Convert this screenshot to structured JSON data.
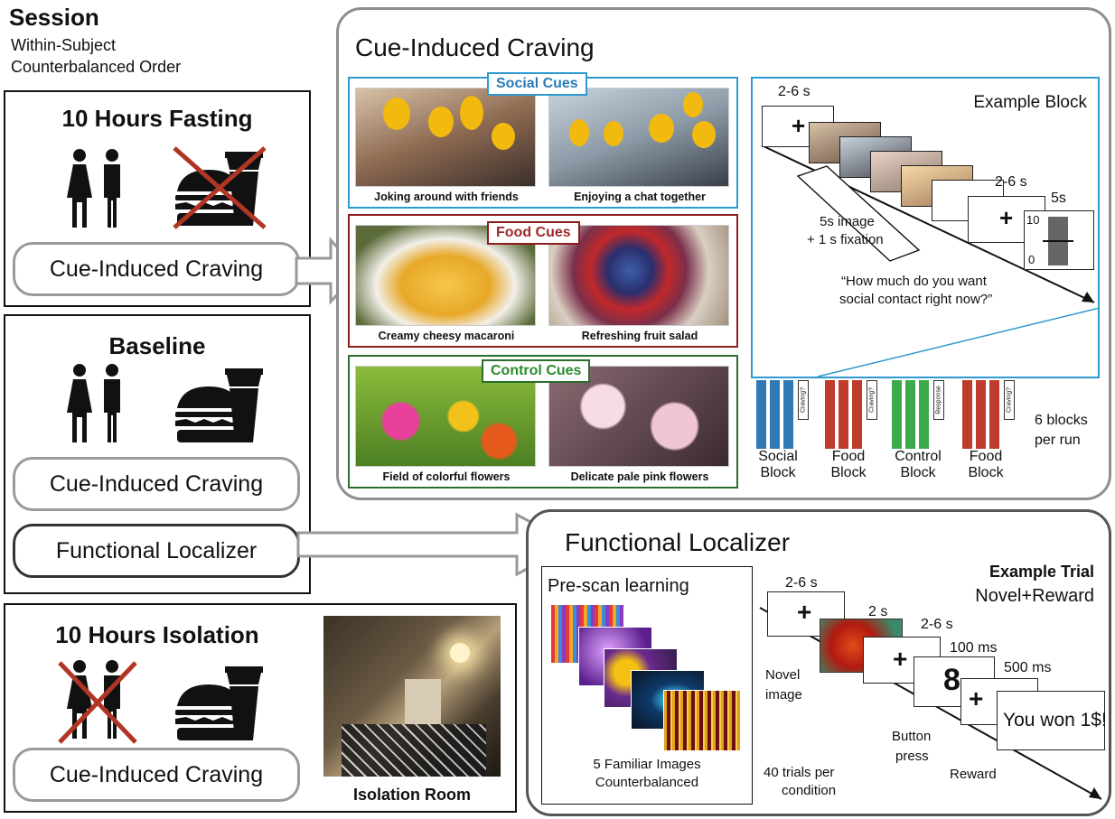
{
  "session": {
    "title": "Session",
    "line1": "Within-Subject",
    "line2": "Counterbalanced Order"
  },
  "fasting": {
    "title": "10 Hours Fasting",
    "pill": "Cue-Induced Craving"
  },
  "baseline": {
    "title": "Baseline",
    "pill1": "Cue-Induced Craving",
    "pill2": "Functional Localizer"
  },
  "isolation": {
    "title": "10 Hours Isolation",
    "pill": "Cue-Induced Craving",
    "room_caption": "Isolation Room"
  },
  "craving": {
    "title": "Cue-Induced Craving",
    "social": {
      "tag": "Social Cues",
      "cap1": "Joking around with friends",
      "cap2": "Enjoying a chat together"
    },
    "food": {
      "tag": "Food Cues",
      "cap1": "Creamy cheesy macaroni",
      "cap2": "Refreshing fruit salad"
    },
    "control": {
      "tag": "Control Cues",
      "cap1": "Field of colorful flowers",
      "cap2": "Delicate pale pink flowers"
    },
    "example": {
      "title": "Example Block",
      "t1": "2-6 s",
      "t2": "2-6 s",
      "t3": "5s",
      "note1": "5s image",
      "note2": "+ 1 s fixation",
      "scale_top": "10",
      "scale_bottom": "0",
      "question1": "“How much do you want",
      "question2": "social contact right now?”",
      "plus": "+"
    },
    "run": {
      "social": "Social Block",
      "food1": "Food Block",
      "control": "Control Block",
      "food2": "Food Block",
      "blocks": "6 blocks per run",
      "craving_label": "Craving?",
      "response_label": "Response"
    },
    "colors": {
      "social": "#2f7ab5",
      "food": "#bf3b2c",
      "control": "#3aaa4a",
      "social_frame": "#2e9ad0",
      "food_frame": "#8b1e1e",
      "control_frame": "#2c6e2c"
    }
  },
  "localizer": {
    "title": "Functional Localizer",
    "prescan": "Pre-scan learning",
    "familiar1": "5 Familiar Images",
    "familiar2": "Counterbalanced",
    "example1": "Example Trial",
    "example2": "Novel+Reward",
    "t1": "2-6 s",
    "t2": "2 s",
    "t3": "2-6 s",
    "t4": "100 ms",
    "t5": "500 ms",
    "digit": "8",
    "won": "You won 1$!",
    "novel1": "Novel",
    "novel2": "image",
    "button1": "Button",
    "button2": "press",
    "reward": "Reward",
    "trials1": "40 trials per",
    "trials2": "condition",
    "plus": "+"
  }
}
